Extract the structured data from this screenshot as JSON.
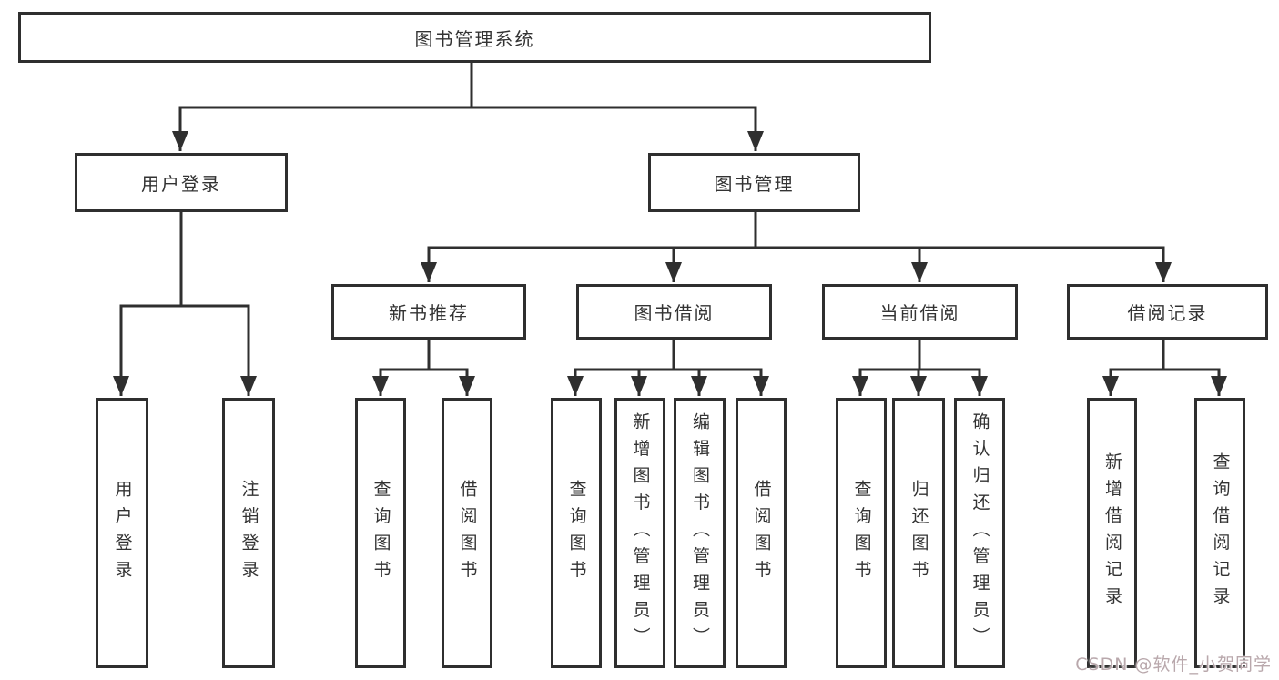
{
  "watermark": "CSDN @软件_小贺同学",
  "colors": {
    "line": "#2f2f2f",
    "box_border": "#2f2f2f",
    "text": "#333333",
    "watermark": "#b9a8ac",
    "background": "#ffffff"
  },
  "tree": {
    "root": {
      "label": "图书管理系统"
    },
    "children": [
      {
        "label": "用户登录",
        "children": [
          "用户登录",
          "注销登录"
        ]
      },
      {
        "label": "图书管理",
        "children": [
          {
            "label": "新书推荐",
            "children": [
              "查询图书",
              "借阅图书"
            ]
          },
          {
            "label": "图书借阅",
            "children": [
              "查询图书",
              "新增图书（管理员）",
              "编辑图书（管理员）",
              "借阅图书"
            ]
          },
          {
            "label": "当前借阅",
            "children": [
              "查询图书",
              "归还图书",
              "确认归还（管理员）"
            ]
          },
          {
            "label": "借阅记录",
            "children": [
              "新增借阅记录",
              "查询借阅记录"
            ]
          }
        ]
      }
    ]
  }
}
